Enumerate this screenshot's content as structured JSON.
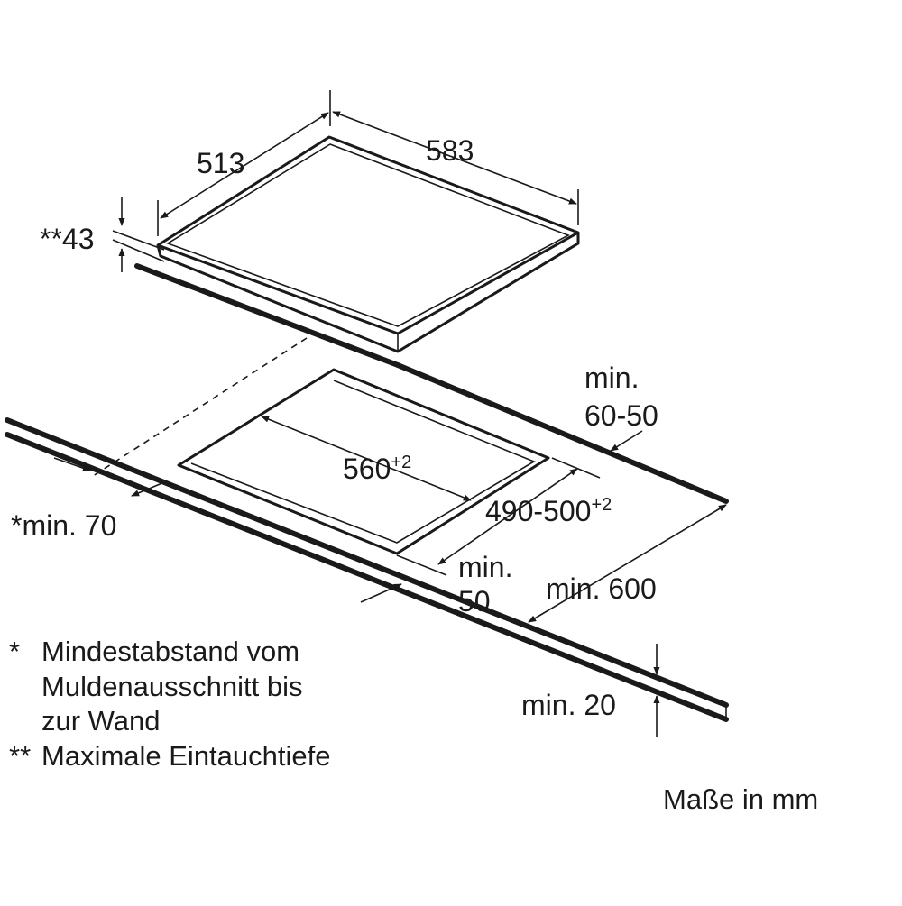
{
  "labels": {
    "width": "513",
    "depth": "583",
    "installation_depth": "**43",
    "cutout_width_value": "560",
    "cutout_width_tol": "+2",
    "cutout_depth_value": "490-500",
    "cutout_depth_tol": "+2",
    "rear_clearance_min": "min.",
    "rear_clearance_value": "60-50",
    "wall_clearance": "*min. 70",
    "front_clearance_min": "min.",
    "front_clearance_value": "50",
    "worktop_depth": "min. 600",
    "worktop_thickness": "min. 20"
  },
  "notes": {
    "star_marker": "*",
    "star_line1": "Mindestabstand vom",
    "star_line2": "Muldenausschnitt bis",
    "star_line3": "zur Wand",
    "double_star": "**",
    "double_star_text": "Maximale Eintauchtiefe"
  },
  "units": "Maße in mm"
}
